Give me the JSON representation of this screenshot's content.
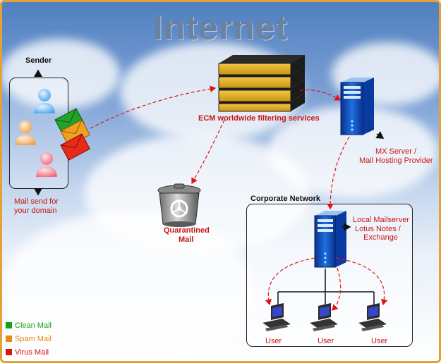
{
  "title": "Internet",
  "sender": {
    "label": "Sender",
    "caption_line1": "Mail send for",
    "caption_line2": "your domain"
  },
  "filtering": {
    "label": "ECM worldwide filtering services"
  },
  "mx": {
    "line1": "MX Server /",
    "line2": "Mail Hosting Provider"
  },
  "quarantine": {
    "line1": "Quarantined",
    "line2": "Mail"
  },
  "corporate": {
    "label": "Corporate Network",
    "server_line1": "Local Mailserver",
    "server_line2": "Lotus Notes /",
    "server_line3": "Exchange",
    "users": [
      "User",
      "User",
      "User"
    ]
  },
  "legend": [
    {
      "label": "Clean Mail",
      "color": "#14a014"
    },
    {
      "label": "Spam Mail",
      "color": "#e68a14"
    },
    {
      "label": "Virus Mail",
      "color": "#d81414"
    }
  ],
  "colors": {
    "border": "#e3a233",
    "accent_red": "#cc1414"
  }
}
